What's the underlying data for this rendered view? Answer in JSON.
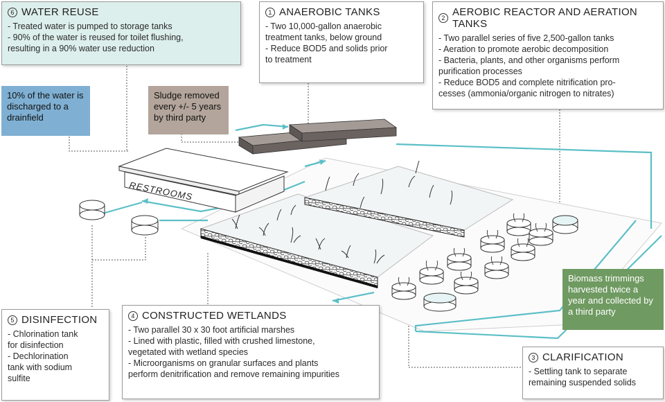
{
  "boxes": {
    "water_reuse": {
      "num": "6",
      "title": "WATER REUSE",
      "lines": [
        "- Treated water is pumped to storage tanks",
        "- 90% of the water is reused for toilet flushing,",
        "resulting in a 90% water use reduction"
      ]
    },
    "anaerobic": {
      "num": "1",
      "title": "ANAEROBIC TANKS",
      "lines": [
        "- Two 10,000-gallon anaerobic",
        "treatment tanks, below ground",
        "- Reduce BOD5 and solids prior",
        "to treatment"
      ]
    },
    "aerobic": {
      "num": "2",
      "title": "AEROBIC REACTOR AND AERATION TANKS",
      "lines": [
        "- Two parallel series of five 2,500-gallon tanks",
        "- Aeration to promote aerobic decomposition",
        "- Bacteria, plants, and other organisms perform",
        "purification processes",
        "- Reduce BOD5 and complete nitrification pro-",
        "cesses (ammonia/organic nitrogen to nitrates)"
      ]
    },
    "disinfection": {
      "num": "5",
      "title": "DISINFECTION",
      "lines": [
        "- Chlorination tank",
        "for disinfection",
        "- Dechlorination",
        "tank with sodium",
        "sulfite"
      ]
    },
    "wetlands": {
      "num": "4",
      "title": "CONSTRUCTED WETLANDS",
      "lines": [
        "- Two parallel 30 x 30 foot artificial marshes",
        "- Lined with plastic, filled with crushed limestone,",
        "vegetated with wetland species",
        "- Microorganisms on granular surfaces and plants",
        "perform denitrification and remove remaining impurities"
      ]
    },
    "clarification": {
      "num": "3",
      "title": "CLARIFICATION",
      "lines": [
        "- Settling tank to separate",
        "remaining suspended solids"
      ]
    }
  },
  "notes": {
    "drainfield": "10% of the water is discharged to a drainfield",
    "sludge": "Sludge removed every +/- 5 years by third party",
    "biomass": "Biomass trimmings harvested twice a year and collected by a third party"
  },
  "restrooms_label": "RESTROOMS",
  "colors": {
    "pipe": "#5bbfc7",
    "drainfield_note": "#7fb0d3",
    "sludge_note": "#b3a59b",
    "biomass_note": "#6f9a61",
    "water_reuse_box": "#dcefec",
    "anaerobic_tank": "#6b6360"
  }
}
